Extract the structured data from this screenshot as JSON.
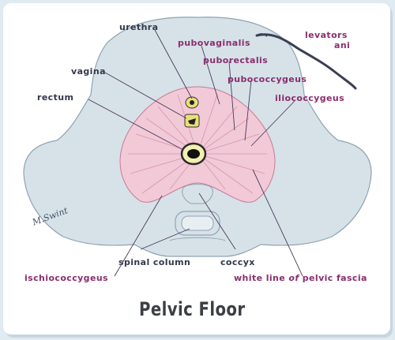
{
  "title": "Pelvic Floor",
  "labels": {
    "urethra": "urethra",
    "vagina": "vagina",
    "rectum": "rectum",
    "pubovaginalis": "pubovaginalis",
    "puborectalis": "puborectalis",
    "pubococcygeus": "pubococcygeus",
    "iliococcygeus": "iliococcygeus",
    "levators_ani_line1": "levators",
    "levators_ani_line2": "ani",
    "spinal_column": "spinal column",
    "coccyx": "coccyx",
    "ischiococcygeus": "ischiococcygeus",
    "white_line_pre": "white line ",
    "white_line_of": "of",
    "white_line_post": " pelvic fascia"
  },
  "signature": "M.Swint",
  "colors": {
    "bone": "#d6e2e8",
    "bone_outline": "#8fa3b3",
    "muscle": "#f1c9d7",
    "muscle_stroke": "#c97a99",
    "label_dark": "#33384a",
    "label_pink": "#8a2e6e",
    "leader": "#4b3a5a",
    "opening_ring": "#e7e07a"
  }
}
